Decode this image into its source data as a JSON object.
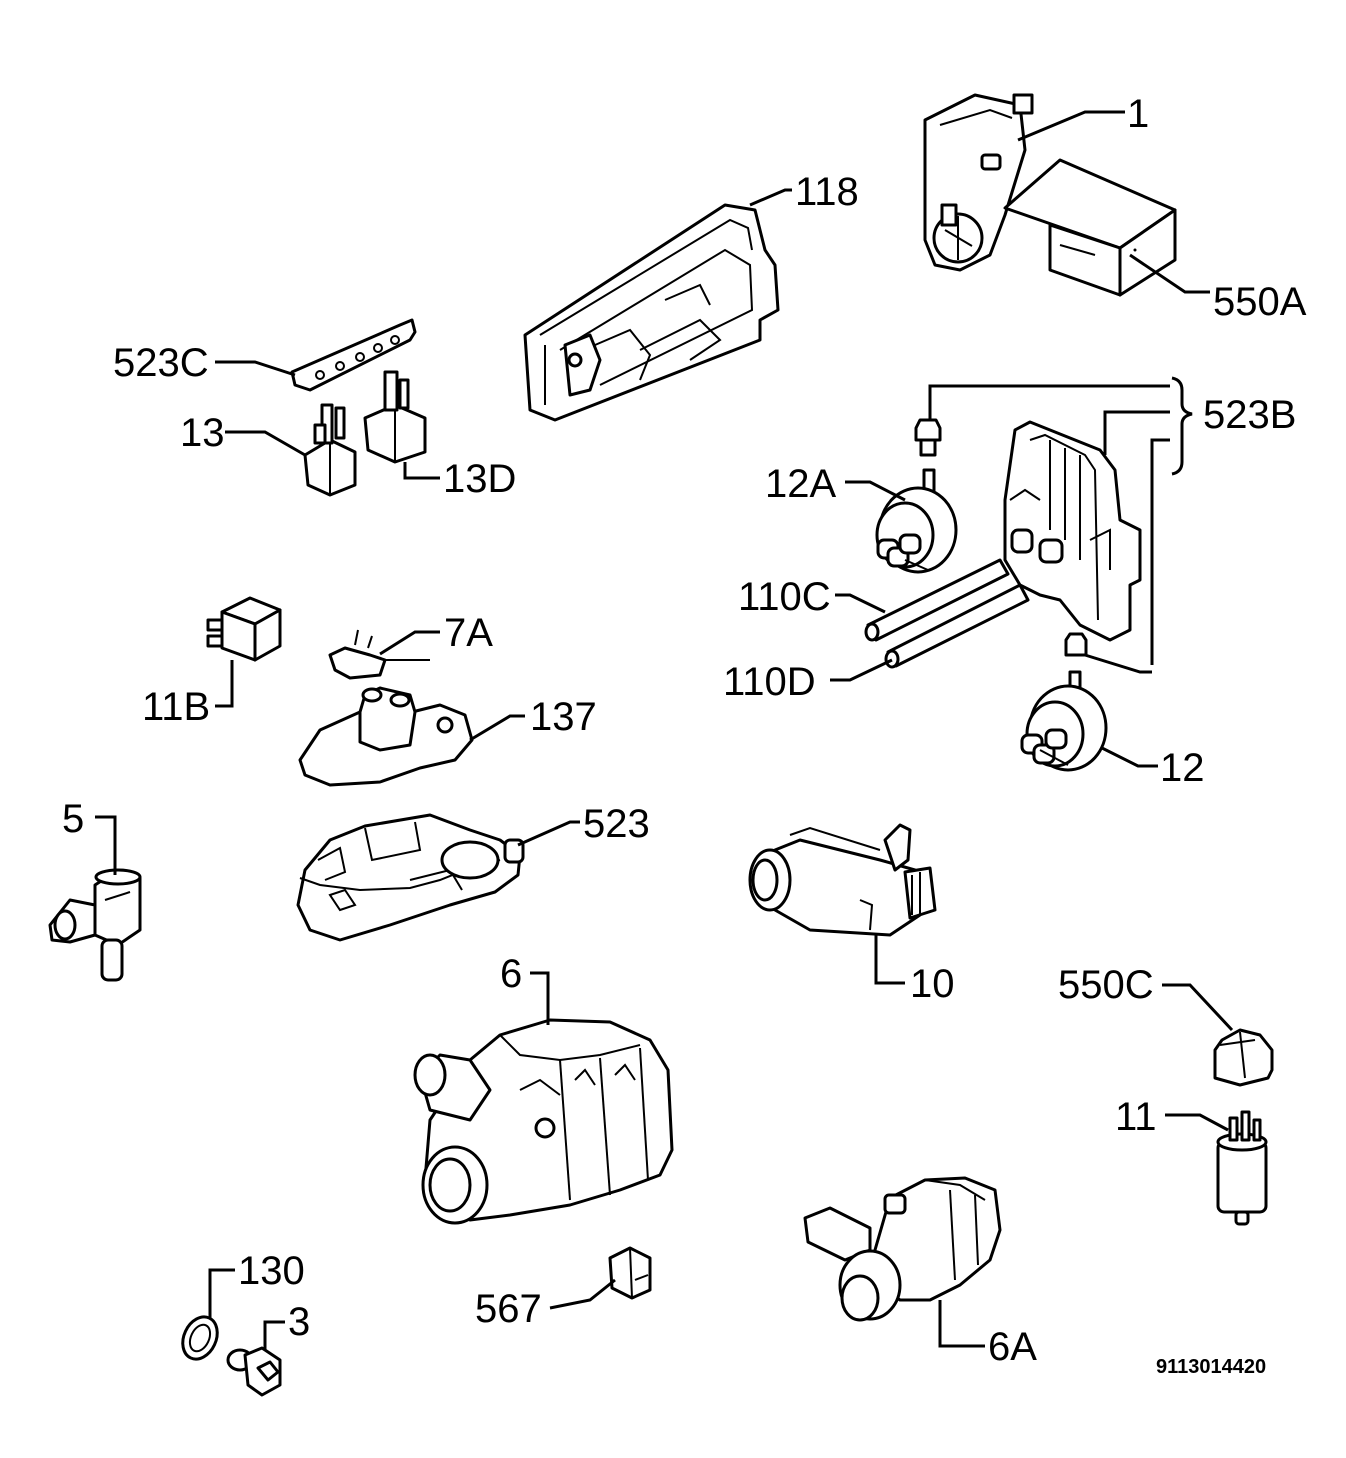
{
  "labels": {
    "p1": "1",
    "p118": "118",
    "p550A": "550A",
    "p523C": "523C",
    "p13": "13",
    "p13D": "13D",
    "p523B": "523B",
    "p12A": "12A",
    "p110C": "110C",
    "p110D": "110D",
    "p12": "12",
    "p7A": "7A",
    "p11B": "11B",
    "p137": "137",
    "p5": "5",
    "p523": "523",
    "p10": "10",
    "p6": "6",
    "p550C": "550C",
    "p11": "11",
    "p6A": "6A",
    "p567": "567",
    "p130": "130",
    "p3": "3"
  },
  "drawing_code": "9113014420"
}
